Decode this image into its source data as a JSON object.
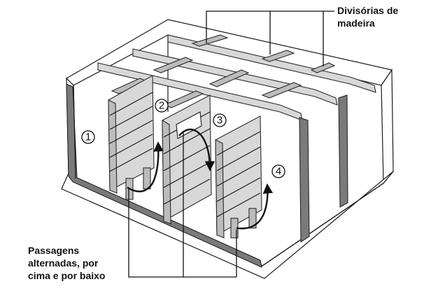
{
  "labels": {
    "top_right_line1": "Divisórias de",
    "top_right_line2": "madeira",
    "bottom_left_line1": "Passagens",
    "bottom_left_line2": "alternadas, por",
    "bottom_left_line3": "cima e por baixo"
  },
  "compartments": [
    "1",
    "2",
    "3",
    "4"
  ]
}
